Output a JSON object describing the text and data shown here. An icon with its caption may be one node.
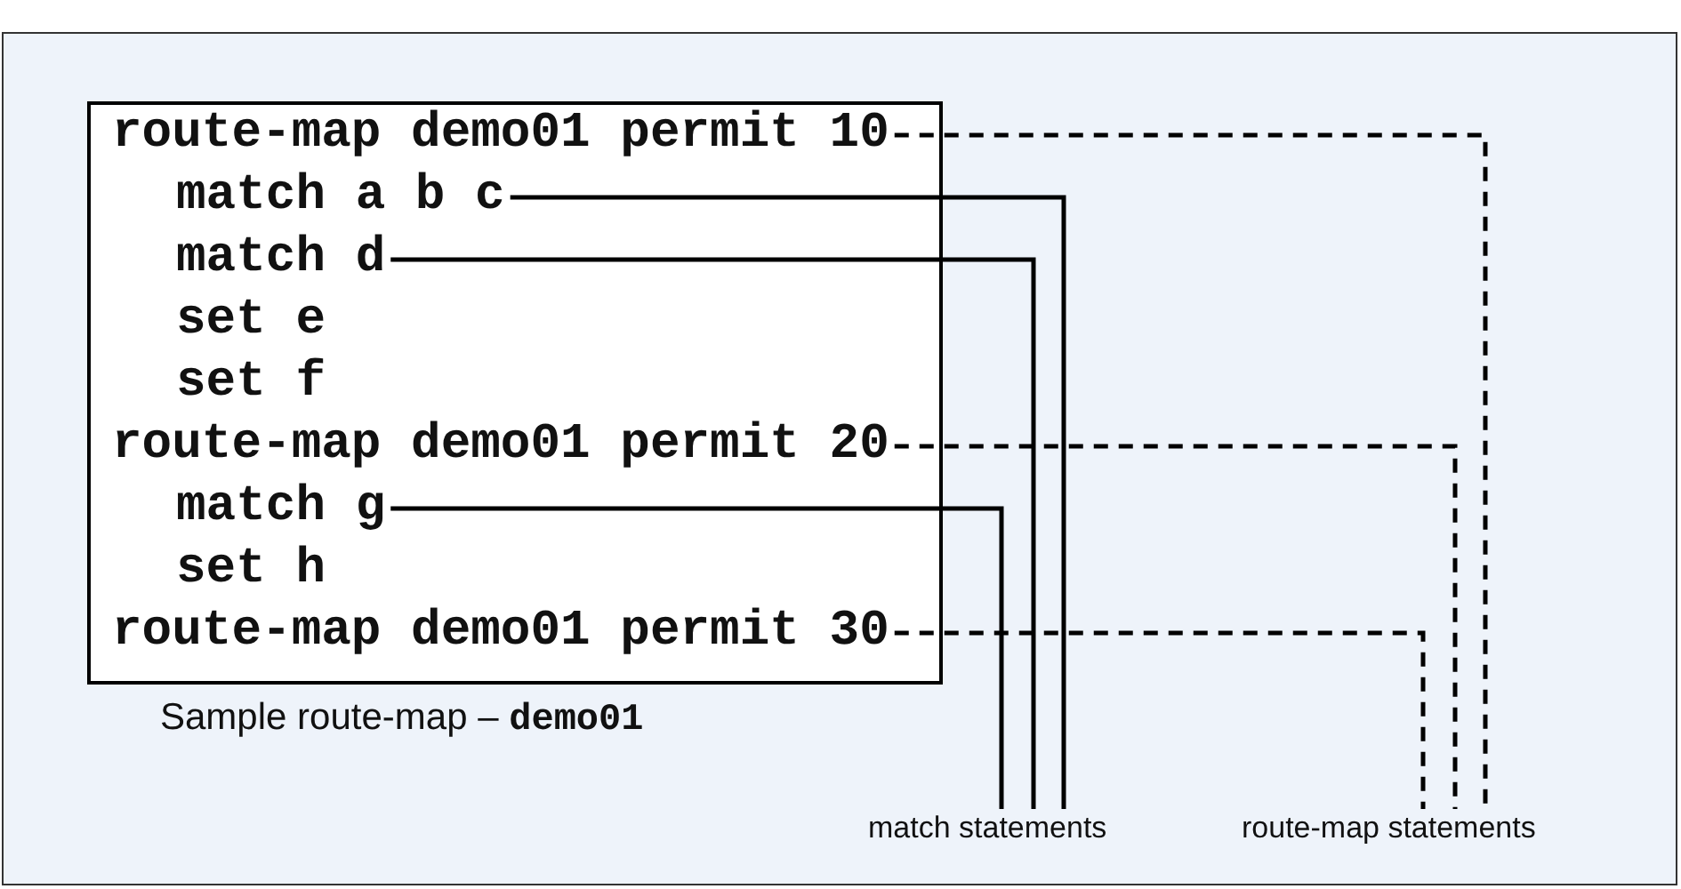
{
  "diagram": {
    "caption": "Sample route-map – **demo01**",
    "nodes": [
      {
        "text": [],
        "shape": "box"
      },
      {
        "text": [
          "route-map demo01 permit 10"
        ],
        "in": 0
      },
      {
        "text": [
          "match a b c"
        ],
        "in": 0
      },
      {
        "text": [
          "match d"
        ],
        "in": 0
      },
      {
        "text": [
          "set e"
        ],
        "in": 0
      },
      {
        "text": [
          "set f"
        ],
        "in": 0
      },
      {
        "text": [
          "route-map demo01 permit 20"
        ],
        "in": 0
      },
      {
        "text": [
          "match g"
        ],
        "in": 0
      },
      {
        "text": [
          "set h"
        ],
        "in": 0
      },
      {
        "text": [
          "route-map demo01 permit 30"
        ],
        "in": 0
      },
      {
        "text": [
          "match statements"
        ]
      },
      {
        "text": [
          "route-map statements"
        ]
      }
    ],
    "edges": [
      {
        "from": 2,
        "to": 10,
        "arrow": "none"
      },
      {
        "from": 3,
        "to": 10,
        "arrow": "none"
      },
      {
        "from": 7,
        "to": 10,
        "arrow": "none"
      },
      {
        "from": 1,
        "to": 11,
        "arrow": "none",
        "style": "dashed"
      },
      {
        "from": 6,
        "to": 11,
        "arrow": "none",
        "style": "dashed"
      },
      {
        "from": 9,
        "to": 11,
        "arrow": "none",
        "style": "dashed"
      }
    ]
  }
}
